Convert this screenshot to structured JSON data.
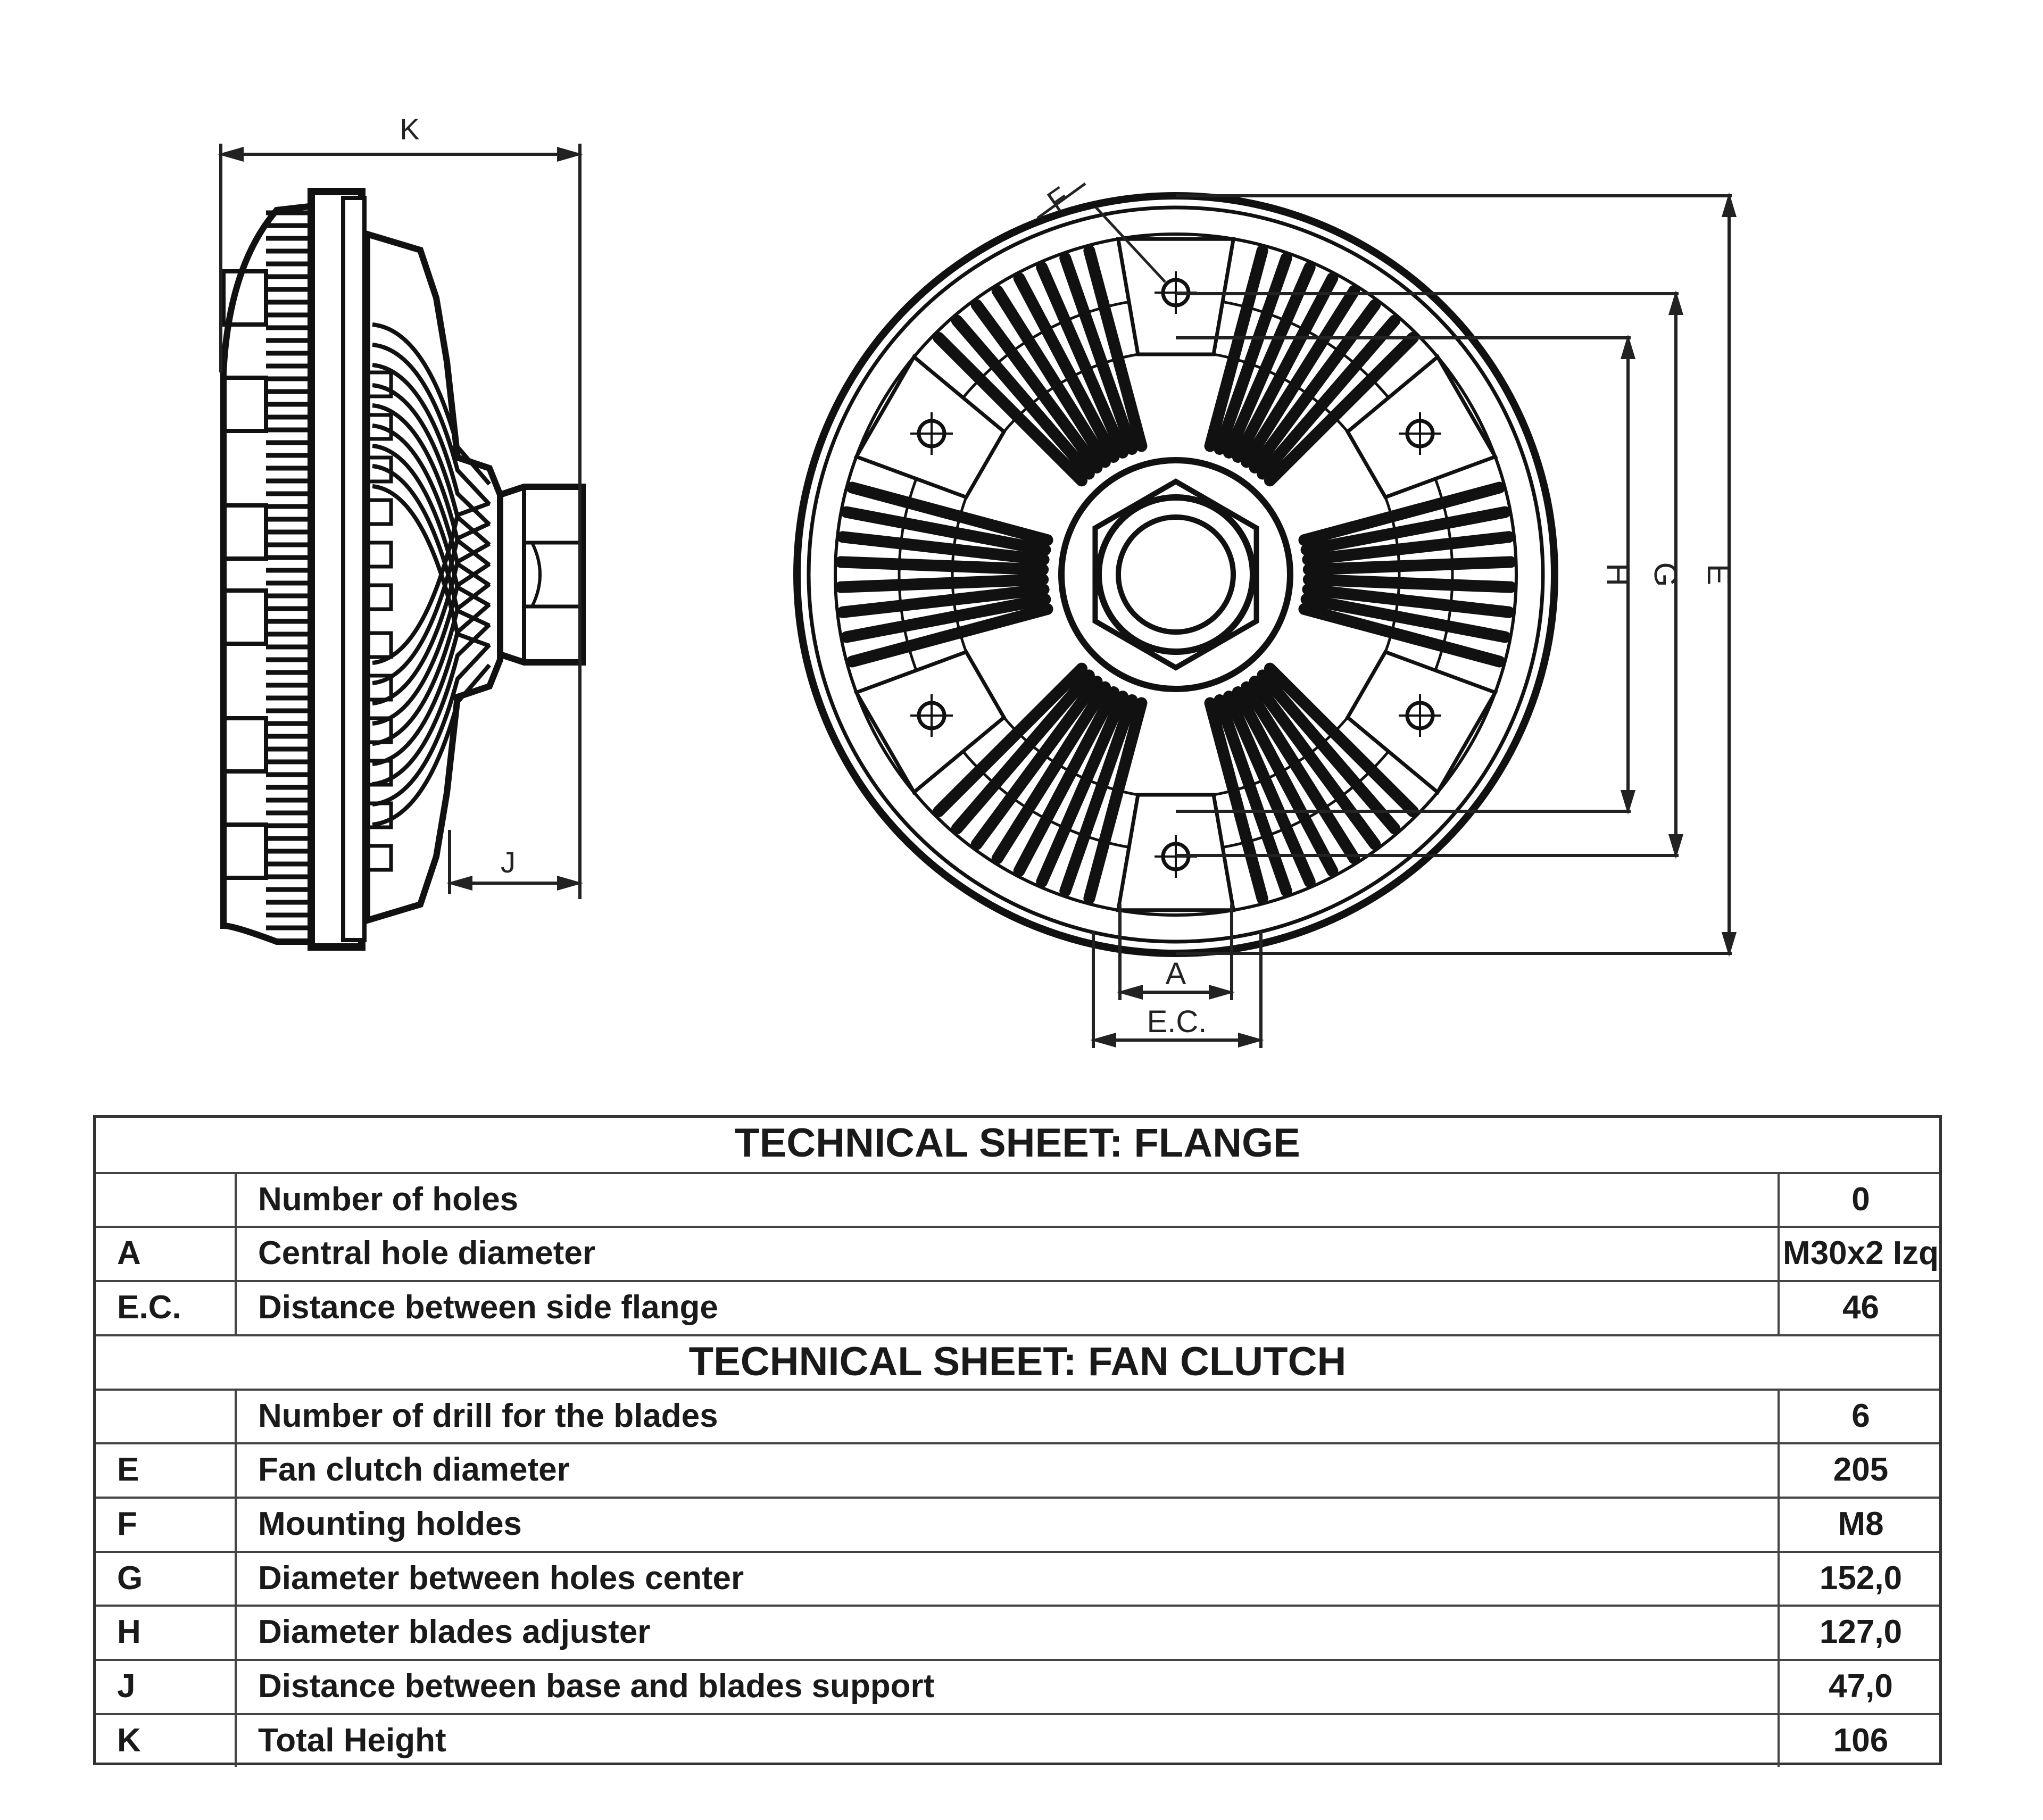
{
  "dimension_labels": {
    "K": "K",
    "J": "J",
    "F": "F",
    "H": "H",
    "G": "G",
    "E": "E",
    "A": "A",
    "EC": "E.C."
  },
  "table": {
    "flange_title": "TECHNICAL SHEET: FLANGE",
    "flange_rows": [
      {
        "code": "",
        "desc": "Number of holes",
        "value": "0"
      },
      {
        "code": "A",
        "desc": "Central hole diameter",
        "value": "M30x2 Izq"
      },
      {
        "code": "E.C.",
        "desc": "Distance between side flange",
        "value": "46"
      }
    ],
    "fan_clutch_title": "TECHNICAL SHEET: FAN CLUTCH",
    "fan_clutch_rows": [
      {
        "code": "",
        "desc": "Number of drill for the blades",
        "value": "6"
      },
      {
        "code": "E",
        "desc": "Fan clutch diameter",
        "value": "205"
      },
      {
        "code": "F",
        "desc": "Mounting holdes",
        "value": "M8"
      },
      {
        "code": "G",
        "desc": "Diameter between holes center",
        "value": "152,0"
      },
      {
        "code": "H",
        "desc": "Diameter blades adjuster",
        "value": "127,0"
      },
      {
        "code": "J",
        "desc": "Distance between base and blades support",
        "value": "47,0"
      },
      {
        "code": "K",
        "desc": "Total Height",
        "value": "106"
      }
    ]
  }
}
